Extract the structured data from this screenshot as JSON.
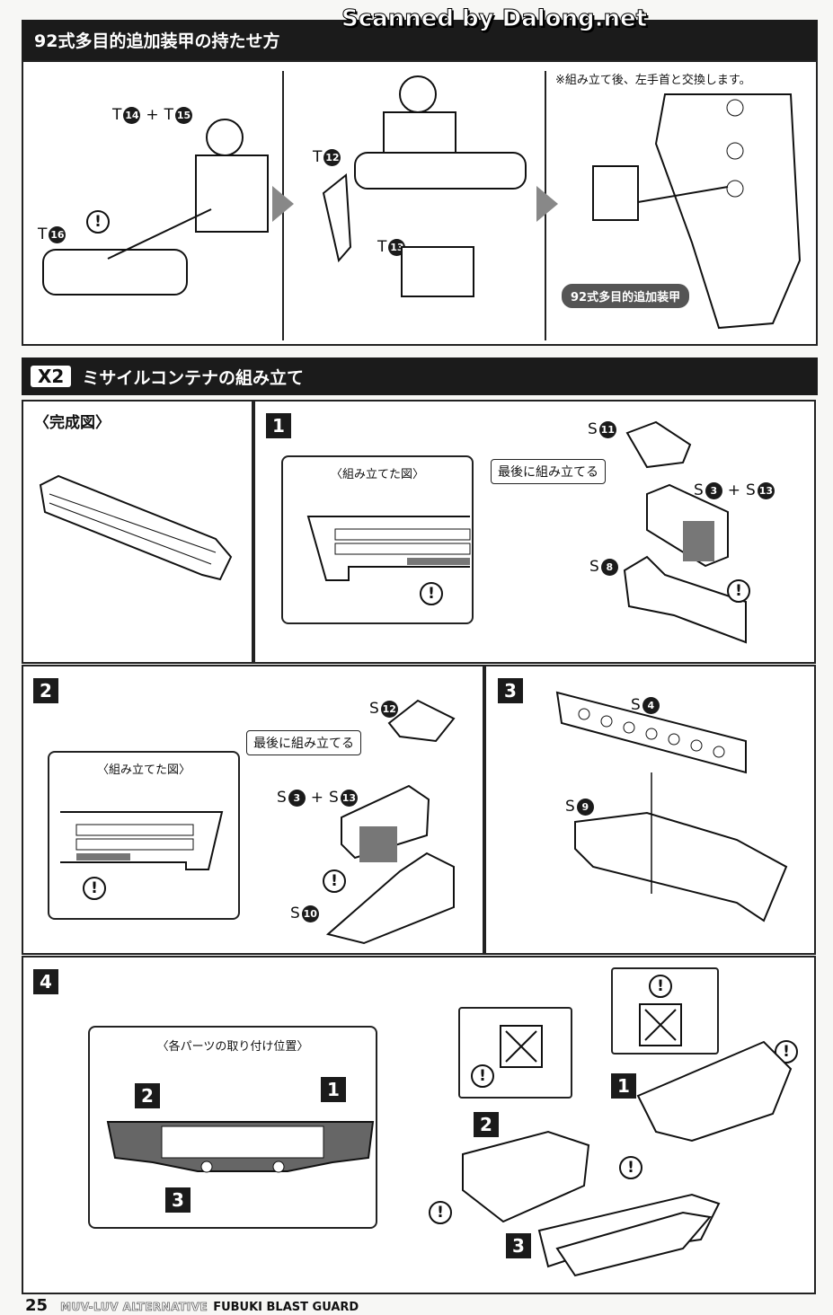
{
  "watermark": "Scanned by Dalong.net",
  "section1": {
    "title": "92式多目的追加装甲の持たせ方",
    "note": "※組み立て後、左手首と交換します。",
    "panel1": {
      "label_top": [
        "T",
        "14",
        "+",
        "T",
        "15"
      ],
      "label_bottom": [
        "T",
        "16"
      ]
    },
    "panel2": {
      "label_a": [
        "T",
        "12"
      ],
      "label_b": [
        "T",
        "13"
      ]
    },
    "panel3": {
      "tag": "92式多目的追加装甲"
    }
  },
  "section2": {
    "multiplier": "X2",
    "title": "ミサイルコンテナの組み立て",
    "complete_label": "〈完成図〉",
    "step1": {
      "num": "1",
      "inset_title": "〈組み立てた図〉",
      "callout": "最後に組み立てる",
      "parts": {
        "a": [
          "S",
          "11"
        ],
        "b": [
          "S",
          "3",
          "+",
          "S",
          "13"
        ],
        "c": [
          "S",
          "8"
        ]
      }
    },
    "step2": {
      "num": "2",
      "inset_title": "〈組み立てた図〉",
      "callout": "最後に組み立てる",
      "parts": {
        "a": [
          "S",
          "12"
        ],
        "b": [
          "S",
          "3",
          "+",
          "S",
          "13"
        ],
        "c": [
          "S",
          "10"
        ]
      }
    },
    "step3": {
      "num": "3",
      "parts": {
        "a": [
          "S",
          "4"
        ],
        "b": [
          "S",
          "9"
        ]
      }
    },
    "step4": {
      "num": "4",
      "inset_title": "〈各パーツの取り付け位置〉",
      "markers": [
        "1",
        "2",
        "3"
      ]
    }
  },
  "warning_symbol": "!",
  "footer": {
    "page": "25",
    "series": "MUV-LUV ALTERNATIVE",
    "product": "FUBUKI BLAST GUARD"
  }
}
